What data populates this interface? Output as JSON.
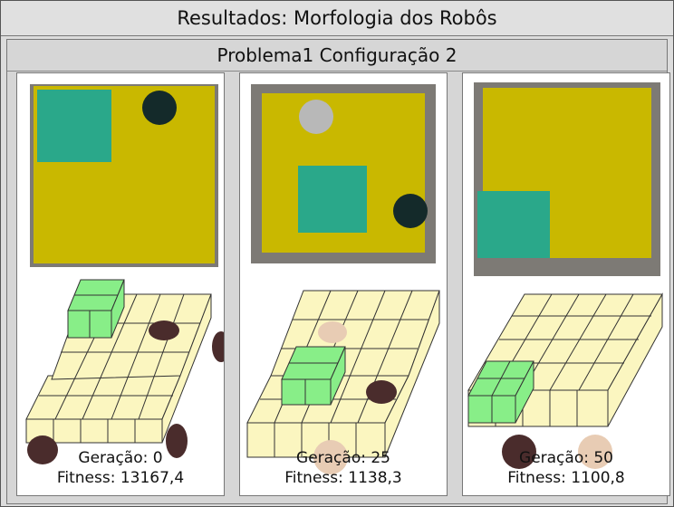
{
  "window": {
    "title": "Resultados: Morfologia dos Robôs"
  },
  "subtitle": "Problema1 Configuração 2",
  "panels": [
    {
      "generation": "Geração: 0",
      "fitness": "Fitness: 13167,4"
    },
    {
      "generation": "Geração: 25",
      "fitness": "Fitness: 1138,3"
    },
    {
      "generation": "Geração: 50",
      "fitness": "Fitness: 1100,8"
    }
  ],
  "colors": {
    "body_yellow": "#c9b800",
    "sensor_green": "#2aa88a",
    "wheel_dark": "#142a2a",
    "cube_green": "#88ee88",
    "block_yellow": "#fbf6c0",
    "wheel_brown": "#4a2c2c",
    "wheel_beige": "#e8ccb4"
  }
}
